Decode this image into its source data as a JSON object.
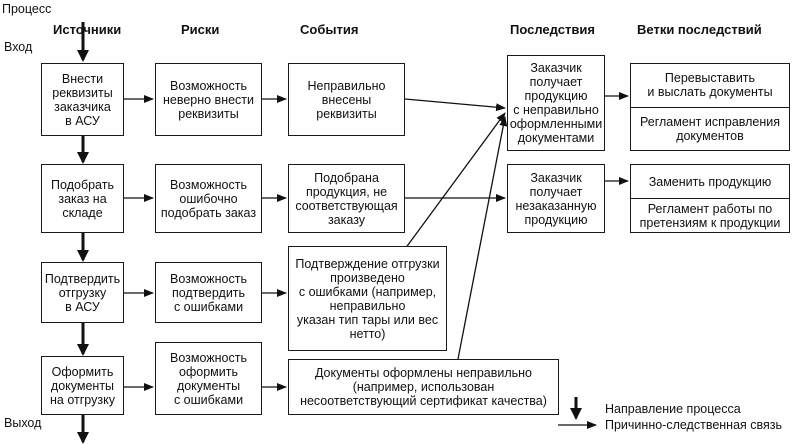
{
  "labels": {
    "process": "Процесс",
    "input": "Вход",
    "output": "Выход"
  },
  "headers": {
    "sources": "Источники",
    "risks": "Риски",
    "events": "События",
    "consequences": "Последствия",
    "branches": "Ветки последствий"
  },
  "sources": [
    "Внести\nреквизиты\nзаказчика\nв АСУ",
    "Подобрать\nзаказ на\nскладе",
    "Подтвердить\nотгрузку\nв АСУ",
    "Оформить\nдокументы\nна отгрузку"
  ],
  "risks": [
    "Возможность\nневерно внести\nреквизиты",
    "Возможность\nошибочно\nподобрать заказ",
    "Возможность\nподтвердить\nс ошибками",
    "Возможность\nоформить\nдокументы\nс ошибками"
  ],
  "events": [
    "Неправильно\nвнесены\nреквизиты",
    "Подобрана\nпродукция, не\nсоответствующая\nзаказу",
    "Подтверждение отгрузки\nпроизведено\nс ошибками (например,\nнеправильно\nуказан тип тары или вес\nнетто)",
    "Документы оформлены неправильно\n(например, использован\nнесоответствующий сертификат качества)"
  ],
  "consequences": [
    "Заказчик\nполучает\nпродукцию\nс неправильно\nоформленными\nдокументами",
    "Заказчик\nполучает\nнезаказанную\nпродукцию"
  ],
  "branches": [
    {
      "top": "Перевыставить\nи выслать документы",
      "bottom": "Регламент исправления\nдокументов"
    },
    {
      "top": "Заменить продукцию",
      "bottom": "Регламент работы по\nпретензиям к продукции"
    }
  ],
  "legend": {
    "process_direction": "Направление процесса",
    "causal_link": "Причинно-следственная связь"
  }
}
